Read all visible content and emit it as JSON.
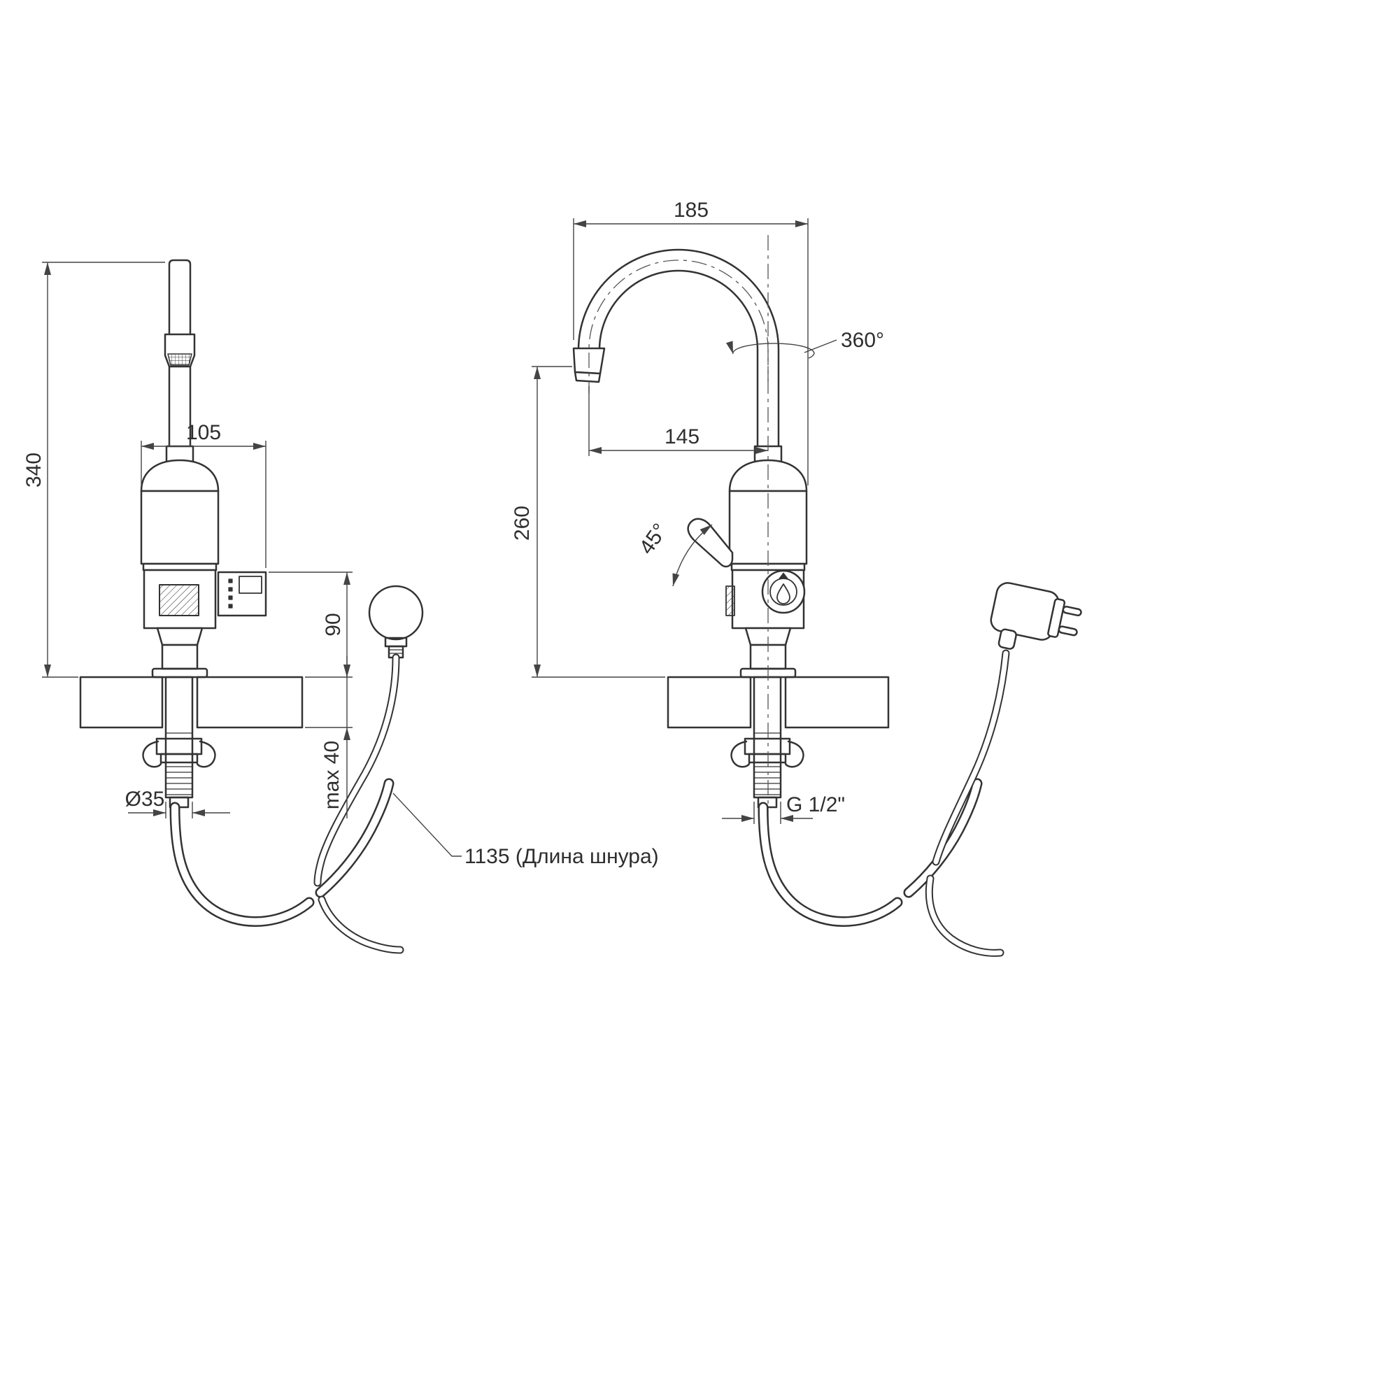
{
  "labels": {
    "front": {
      "height_total": "340",
      "body_width": "105",
      "height_above_counter": "90",
      "counter_thickness": "max 40",
      "hole_diameter": "Ø35",
      "cord_length": "1135 (Длина шнура)"
    },
    "side": {
      "spout_span": "185",
      "spout_reach": "145",
      "spout_height": "260",
      "swivel_angle": "360°",
      "handle_angle": "45°",
      "thread_size": "G 1/2\""
    }
  }
}
